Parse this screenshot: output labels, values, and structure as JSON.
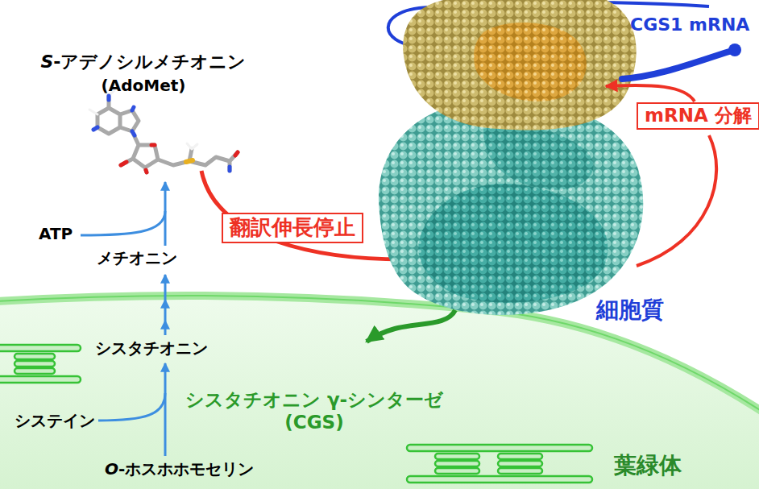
{
  "diagram": {
    "nodes": [
      {
        "text": [
          "シスタチオニン γ-シンターゼ (CGS)",
          "葉緑体"
        ]
      },
      {
        "text": [
          "翻訳伸長停止"
        ]
      },
      {
        "text": [
          "mRNA 分解"
        ]
      }
    ],
    "labels": [
      "S-アデノシルメチオニン",
      "(AdoMet)",
      "CGS1 mRNA",
      "ATP",
      "メチオニン",
      "シスタチオニン",
      "システイン",
      "O-ホスホホモセリン",
      "細胞質"
    ]
  }
}
